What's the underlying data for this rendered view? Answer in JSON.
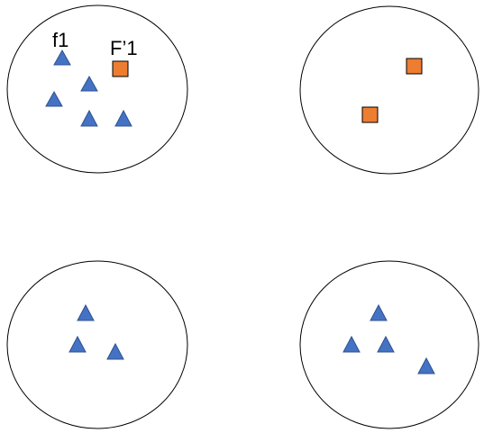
{
  "diagram": {
    "labels": {
      "f1": "f1",
      "f_prime_1": "F’1"
    },
    "colors": {
      "background": "#ffffff",
      "ellipse_stroke": "#000000",
      "triangle_fill": "#4472C4",
      "triangle_stroke": "#2F528F",
      "square_fill": "#ED7D31",
      "square_stroke": "#000000"
    },
    "shape_names": {
      "ellipse": "ellipse",
      "triangle": "triangle-icon",
      "square": "square-icon"
    },
    "groups": [
      {
        "id": "top-left",
        "triangles": 5,
        "squares": 1
      },
      {
        "id": "top-right",
        "triangles": 0,
        "squares": 2
      },
      {
        "id": "bottom-left",
        "triangles": 3,
        "squares": 0
      },
      {
        "id": "bottom-right",
        "triangles": 4,
        "squares": 0
      }
    ]
  }
}
